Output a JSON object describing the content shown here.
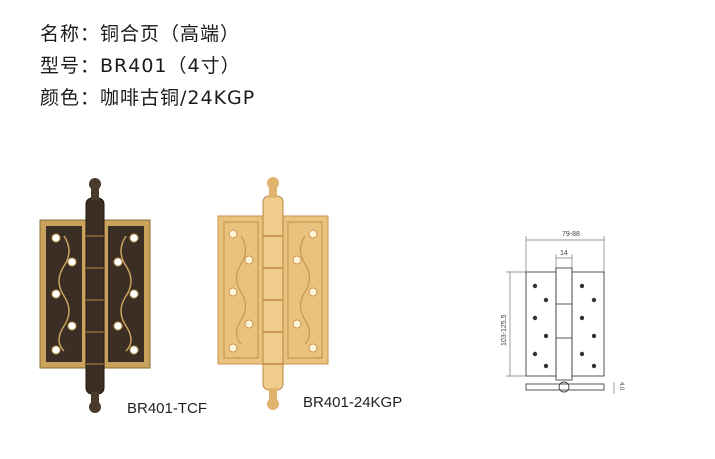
{
  "specs": [
    {
      "label": "名称：",
      "value": "铜合页（高端）"
    },
    {
      "label": "型号：",
      "value": "BR401（4寸）"
    },
    {
      "label": "颜色：",
      "value": "咖啡古铜/24KGP"
    }
  ],
  "products": [
    {
      "caption": "BR401-TCF",
      "finish_color": "#3b2e25",
      "frame_color": "#c9a35b"
    },
    {
      "caption": "BR401-24KGP",
      "finish_color": "#e9c27e",
      "frame_color": "#d9a962"
    }
  ],
  "drawing": {
    "width_label": "79-88",
    "knuckle_label": "14",
    "height_label": "103-125.5",
    "thickness_label": "4.0"
  }
}
